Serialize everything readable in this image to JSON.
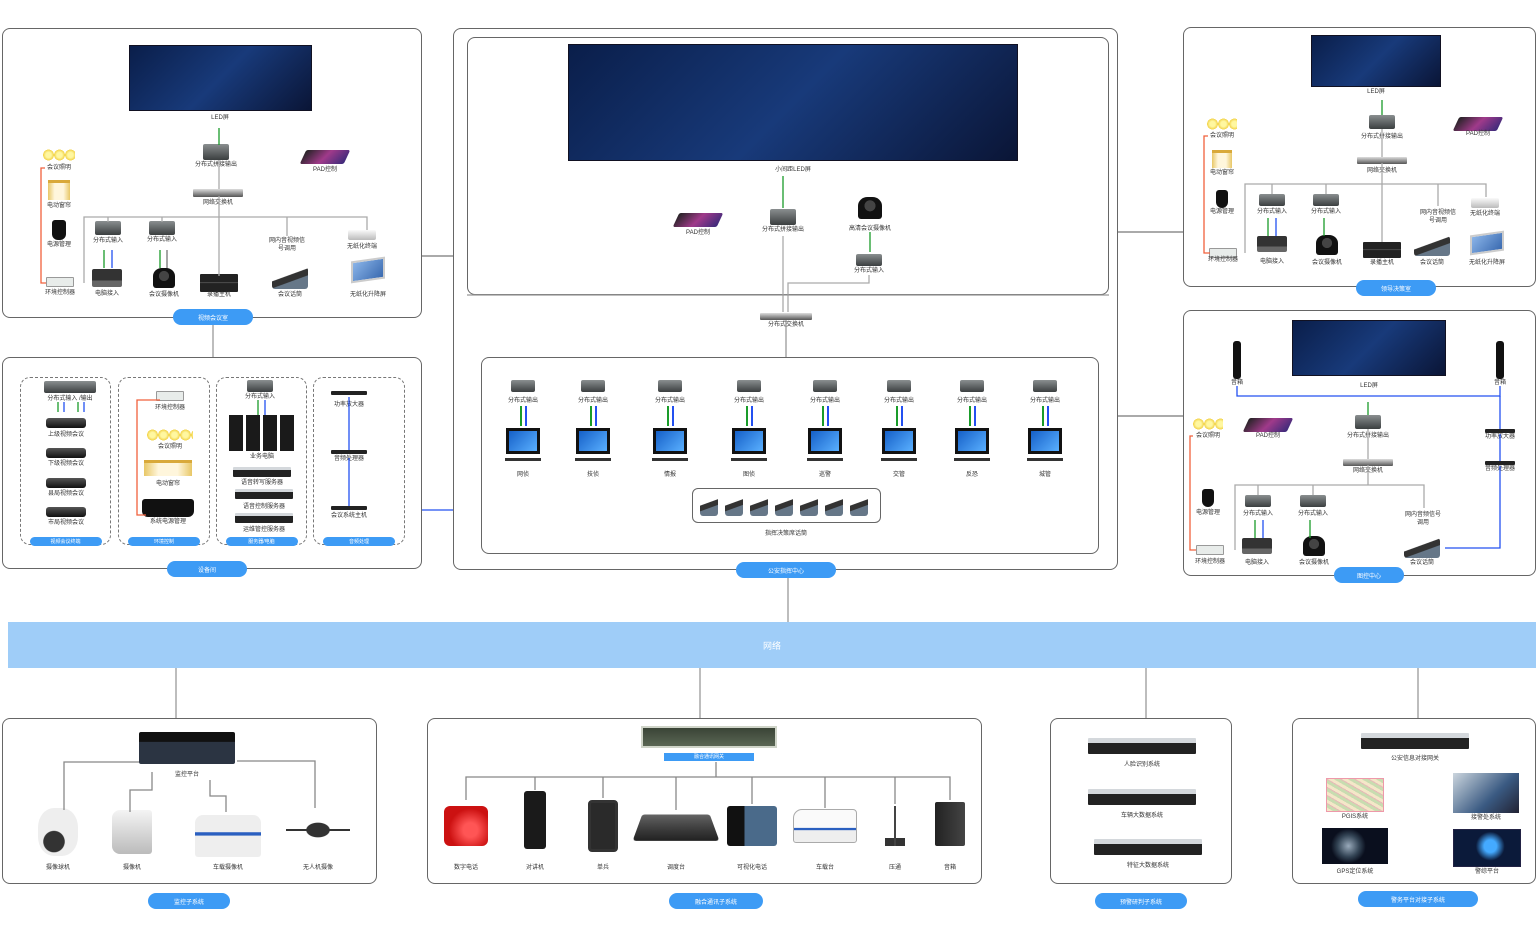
{
  "network": {
    "label": "网络"
  },
  "panels": [
    {
      "title": "视频会议室",
      "items": [
        {
          "label": "LED屏",
          "icon": "led-screen-icon"
        },
        {
          "label": "分布式拼接输出",
          "icon": "encoder-box-icon"
        },
        {
          "label": "PAD控制",
          "icon": "pad-icon"
        },
        {
          "label": "网络交换机",
          "icon": "network-switch-icon"
        },
        {
          "label": "会议照明",
          "icon": "bulb-icon"
        },
        {
          "label": "电动窗帘",
          "icon": "curtain-icon"
        },
        {
          "label": "电源管理",
          "icon": "plug-icon"
        },
        {
          "label": "环境控制器",
          "icon": "controller-icon"
        },
        {
          "label": "分布式输入",
          "icon": "encoder-box-icon"
        },
        {
          "label": "分布式输入",
          "icon": "encoder-box-icon"
        },
        {
          "label": "电脑接入",
          "icon": "laptop-icon"
        },
        {
          "label": "会议摄像机",
          "icon": "ptz-camera-icon"
        },
        {
          "label": "录播主机",
          "icon": "recorder-icon"
        },
        {
          "label": "网内音视频信号调用",
          "icon": "none"
        },
        {
          "label": "会议话筒",
          "icon": "microphone-icon"
        },
        {
          "label": "无纸化终端",
          "icon": "paperless-terminal-icon"
        },
        {
          "label": "无纸化升降屏",
          "icon": "lift-screen-icon"
        }
      ]
    },
    {
      "title": "设备间",
      "groups": [
        "视频会议终端",
        "环境控制",
        "服务器/电脑",
        "音频处理"
      ],
      "items": [
        {
          "label": "分布式输入 /输出",
          "icon": "encoder-box-icon"
        },
        {
          "label": "上级视频会议",
          "icon": "video-terminal-icon"
        },
        {
          "label": "下级视频会议",
          "icon": "video-terminal-icon"
        },
        {
          "label": "县局视频会议",
          "icon": "video-terminal-icon"
        },
        {
          "label": "市局视频会议",
          "icon": "video-terminal-icon"
        },
        {
          "label": "环境控制器",
          "icon": "controller-icon"
        },
        {
          "label": "会议照明",
          "icon": "bulb-icon"
        },
        {
          "label": "电动窗帘",
          "icon": "curtain-icon"
        },
        {
          "label": "系统电源管理",
          "icon": "plug-icon"
        },
        {
          "label": "分布式输入",
          "icon": "encoder-box-icon"
        },
        {
          "label": "业务电脑",
          "icon": "tower-pc-icon"
        },
        {
          "label": "语音转写服务器",
          "icon": "rack-server-icon"
        },
        {
          "label": "语音控制服务器",
          "icon": "rack-server-icon"
        },
        {
          "label": "运维管控服务器",
          "icon": "rack-server-icon"
        },
        {
          "label": "功率放大器",
          "icon": "rack-unit-icon"
        },
        {
          "label": "音频处理器",
          "icon": "rack-unit-icon"
        },
        {
          "label": "会议系统主机",
          "icon": "rack-unit-icon"
        }
      ]
    },
    {
      "title": "公安指挥中心",
      "items": [
        {
          "label": "小间距LED屏",
          "icon": "led-screen-icon"
        },
        {
          "label": "PAD控制",
          "icon": "pad-icon"
        },
        {
          "label": "分布式拼接输出",
          "icon": "encoder-box-icon"
        },
        {
          "label": "高清会议摄像机",
          "icon": "ptz-camera-icon"
        },
        {
          "label": "分布式输入",
          "icon": "encoder-box-icon"
        },
        {
          "label": "分布式交换机",
          "icon": "network-switch-icon"
        }
      ],
      "output_label": "分布式输出",
      "workstations": [
        "网侦",
        "技侦",
        "情报",
        "图侦",
        "巡警",
        "交管",
        "反恐",
        "城管"
      ],
      "mic_group_label": "指挥决策席话筒"
    },
    {
      "title": "领导决策室",
      "items": [
        {
          "label": "LED屏",
          "icon": "led-screen-icon"
        },
        {
          "label": "分布式拼接输出",
          "icon": "encoder-box-icon"
        },
        {
          "label": "PAD控制",
          "icon": "pad-icon"
        },
        {
          "label": "网络交换机",
          "icon": "network-switch-icon"
        },
        {
          "label": "会议照明",
          "icon": "bulb-icon"
        },
        {
          "label": "电动窗帘",
          "icon": "curtain-icon"
        },
        {
          "label": "电源管理",
          "icon": "plug-icon"
        },
        {
          "label": "环境控制器",
          "icon": "controller-icon"
        },
        {
          "label": "分布式输入",
          "icon": "encoder-box-icon"
        },
        {
          "label": "分布式输入",
          "icon": "encoder-box-icon"
        },
        {
          "label": "电脑接入",
          "icon": "laptop-icon"
        },
        {
          "label": "会议摄像机",
          "icon": "ptz-camera-icon"
        },
        {
          "label": "录播主机",
          "icon": "recorder-icon"
        },
        {
          "label": "网内音视频信号调用",
          "icon": "none"
        },
        {
          "label": "会议话筒",
          "icon": "microphone-icon"
        },
        {
          "label": "无纸化终端",
          "icon": "paperless-terminal-icon"
        },
        {
          "label": "无纸化升降屏",
          "icon": "lift-screen-icon"
        }
      ]
    },
    {
      "title": "图控中心",
      "items": [
        {
          "label": "LED屏",
          "icon": "led-screen-icon"
        },
        {
          "label": "音箱",
          "icon": "column-speaker-icon"
        },
        {
          "label": "音箱",
          "icon": "column-speaker-icon"
        },
        {
          "label": "会议照明",
          "icon": "bulb-icon"
        },
        {
          "label": "PAD控制",
          "icon": "pad-icon"
        },
        {
          "label": "分布式拼接输出",
          "icon": "encoder-box-icon"
        },
        {
          "label": "网络交换机",
          "icon": "network-switch-icon"
        },
        {
          "label": "功率放大器",
          "icon": "rack-unit-icon"
        },
        {
          "label": "音频处理器",
          "icon": "rack-unit-icon"
        },
        {
          "label": "电源管理",
          "icon": "plug-icon"
        },
        {
          "label": "环境控制器",
          "icon": "controller-icon"
        },
        {
          "label": "分布式输入",
          "icon": "encoder-box-icon"
        },
        {
          "label": "分布式输入",
          "icon": "encoder-box-icon"
        },
        {
          "label": "电脑接入",
          "icon": "laptop-icon"
        },
        {
          "label": "会议摄像机",
          "icon": "ptz-camera-icon"
        },
        {
          "label": "网内音频信号调用",
          "icon": "none"
        },
        {
          "label": "会议话筒",
          "icon": "microphone-icon"
        }
      ]
    },
    {
      "title": "监控子系统",
      "items": [
        {
          "label": "监控平台",
          "icon": "storage-server-icon"
        },
        {
          "label": "摄像球机",
          "icon": "dome-camera-icon"
        },
        {
          "label": "摄像机",
          "icon": "bullet-camera-icon"
        },
        {
          "label": "车载摄像机",
          "icon": "police-car-icon"
        },
        {
          "label": "无人机摄像",
          "icon": "drone-icon"
        }
      ]
    },
    {
      "title": "融合通讯子系统",
      "items": [
        {
          "label": "融合通讯网关",
          "icon": "gateway-icon"
        },
        {
          "label": "数字电话",
          "icon": "desk-phone-icon"
        },
        {
          "label": "对讲机",
          "icon": "walkie-talkie-icon"
        },
        {
          "label": "单兵",
          "icon": "handheld-terminal-icon"
        },
        {
          "label": "调度台",
          "icon": "dispatch-console-icon"
        },
        {
          "label": "可视化电话",
          "icon": "video-phone-icon"
        },
        {
          "label": "车载台",
          "icon": "police-van-icon"
        },
        {
          "label": "压通",
          "icon": "gooseneck-mic-icon"
        },
        {
          "label": "音箱",
          "icon": "speaker-icon"
        }
      ]
    },
    {
      "title": "预警研判子系统",
      "items": [
        {
          "label": "人脸识别系统",
          "icon": "rack-server-icon"
        },
        {
          "label": "车辆大数据系统",
          "icon": "rack-server-icon"
        },
        {
          "label": "特征大数据系统",
          "icon": "rack-server-icon"
        }
      ]
    },
    {
      "title": "警务平台对接子系统",
      "items": [
        {
          "label": "公安信息对接网关",
          "icon": "rack-server-icon"
        },
        {
          "label": "PGIS系统",
          "icon": "map-icon"
        },
        {
          "label": "接警处系统",
          "icon": "operator-photo-icon"
        },
        {
          "label": "GPS定位系统",
          "icon": "globe-icon"
        },
        {
          "label": "警综平台",
          "icon": "dashboard-icon"
        }
      ]
    }
  ],
  "colors": {
    "accent": "#3d9bf5",
    "network": "#9fcdf8",
    "signal_green": "#1a9c2a",
    "signal_blue": "#2350f0",
    "power_red": "#f0603c"
  }
}
